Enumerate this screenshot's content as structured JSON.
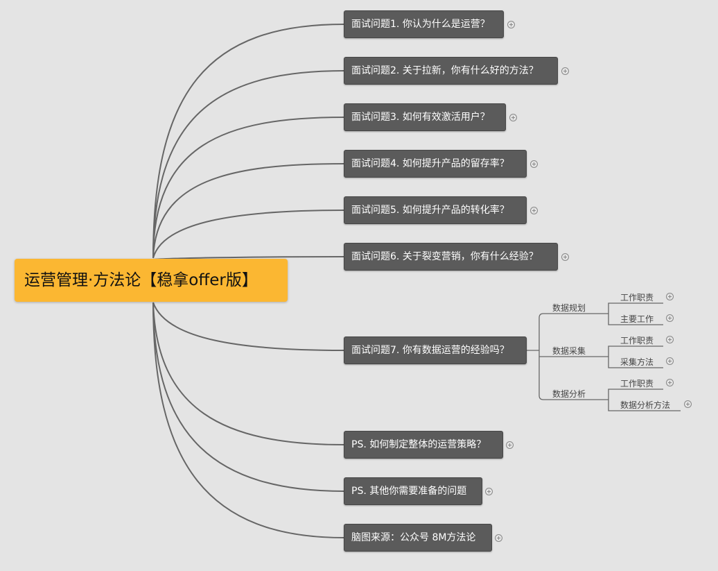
{
  "root": {
    "label": "运营管理·方法论【稳拿offer版】",
    "color": "#fbb732"
  },
  "nodes": [
    {
      "label": "面试问题1. 你认为什么是运营？"
    },
    {
      "label": "面试问题2. 关于拉新，你有什么好的方法？"
    },
    {
      "label": "面试问题3. 如何有效激活用户？"
    },
    {
      "label": "面试问题4. 如何提升产品的留存率？"
    },
    {
      "label": "面试问题5. 如何提升产品的转化率？"
    },
    {
      "label": "面试问题6. 关于裂变营销，你有什么经验？"
    },
    {
      "label": "面试问题7. 你有数据运营的经验吗？"
    },
    {
      "label": "PS. 如何制定整体的运营策略？"
    },
    {
      "label": "PS. 其他你需要准备的问题"
    },
    {
      "label": "脑图来源：公众号 8M方法论"
    }
  ],
  "data_branch": [
    {
      "label": "数据规划",
      "children": [
        "工作职责",
        "主要工作"
      ]
    },
    {
      "label": "数据采集",
      "children": [
        "工作职责",
        "采集方法"
      ]
    },
    {
      "label": "数据分析",
      "children": [
        "工作职责",
        "数据分析方法"
      ]
    }
  ]
}
